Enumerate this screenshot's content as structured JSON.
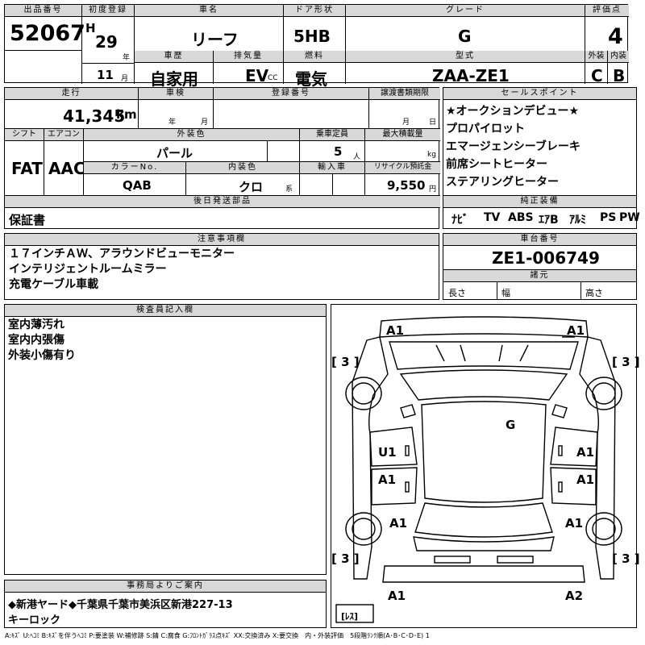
{
  "header": {
    "lot_no_label": "出品番号",
    "lot_no": "52067",
    "first_reg_label": "初度登録",
    "era": "H",
    "reg_year": "29",
    "year_unit": "年",
    "reg_month": "11",
    "month_unit": "月",
    "car_name_label": "車名",
    "car_name": "リーフ",
    "door_label": "ドア形状",
    "door": "5HB",
    "grade_label": "グレード",
    "grade": "G",
    "score_label": "評価点",
    "score": "4",
    "history_label": "車歴",
    "history": "自家用",
    "displacement_label": "排気量",
    "displacement": "EV",
    "cc_unit": "CC",
    "fuel_label": "燃料",
    "fuel": "電気",
    "model_label": "型式",
    "model": "ZAA-ZE1",
    "ext_label": "外装",
    "ext_grade": "C",
    "int_label": "内装",
    "int_grade": "B"
  },
  "specs": {
    "mileage_label": "走行",
    "mileage": "41,345",
    "km_unit": "km",
    "inspection_label": "車検",
    "inspection_year_unit": "年",
    "inspection_month_unit": "月",
    "plate_label": "登録番号",
    "transfer_label": "譲渡書類期限",
    "transfer_month_unit": "月",
    "transfer_day_unit": "日",
    "shift_label": "シフト",
    "shift": "FAT",
    "ac_label": "エアコン",
    "ac": "AAC",
    "color_label": "外装色",
    "color": "パール",
    "capacity_label": "乗車定員",
    "capacity": "5",
    "person_unit": "人",
    "load_label": "最大積載量",
    "kg_unit": "kg",
    "color_no_label": "カラーNo.",
    "color_no": "QAB",
    "interior_color_label": "内装色",
    "interior_color": "クロ",
    "kei_unit": "系",
    "import_label": "輸入車",
    "recycle_label": "リサイクル預託金",
    "recycle": "9,550",
    "yen_unit": "円",
    "parts_label": "後日発送部品",
    "warranty": "保証書"
  },
  "sales_points": {
    "label": "セールスポイント",
    "items": [
      "★オークションデビュー★",
      "プロパイロット",
      "エマージェンシーブレーキ",
      "前席シートヒーター",
      "ステアリングヒーター"
    ]
  },
  "equipment": {
    "label": "純正装備",
    "items": [
      "ﾅﾋﾞ",
      "TV",
      "ABS",
      "ｴｱB",
      "ｱﾙﾐ",
      "PS",
      "PW"
    ]
  },
  "notes": {
    "label": "注意事項欄",
    "lines": [
      "１７インチＡＷ、アラウンドビューモニター",
      "インテリジェントルームミラー",
      "充電ケーブル車載"
    ]
  },
  "chassis": {
    "label": "車台番号",
    "number": "ZE1-006749",
    "dims_label": "諸元",
    "length": "長さ",
    "width": "幅",
    "height": "高さ"
  },
  "inspector": {
    "label": "検査員記入欄",
    "lines": [
      "室内薄汚れ",
      "室内内張傷",
      "外装小傷有り"
    ]
  },
  "diagram": {
    "marks": {
      "top_left": "A1",
      "top_right": "A1",
      "glass_left_front": "[ 3 ]",
      "glass_right_front": "[ 3 ]",
      "roof": "G",
      "front_door_left": "U1",
      "front_door_right": "A1",
      "rear_door_left": "A1",
      "rear_door_right": "A1",
      "rear_fender_left": "A1",
      "rear_fender_right": "A1",
      "glass_left_rear": "[ 3 ]",
      "glass_right_rear": "[ 3 ]",
      "bottom_left": "A1",
      "bottom_right": "A2",
      "rear_lamp": "[ﾚｽ]"
    }
  },
  "office": {
    "label": "事務局よりご案内",
    "line1": "◆新港ヤード◆千葉県千葉市美浜区新港227-13",
    "line2": "キーロック"
  },
  "legend": "A:ｷｽﾞ U:ﾍｺﾐ B:ｷｽﾞを伴うﾍｺﾐ P:要塗装 W:補修跡 S:錆 C:腐食 G:ﾌﾛﾝﾄｶﾞﾗｽ点ｷｽﾞ XX:交換済み X:要交換　内・外装評価　5段階ﾗﾝｸ順(A･B･C･D･E) 1"
}
